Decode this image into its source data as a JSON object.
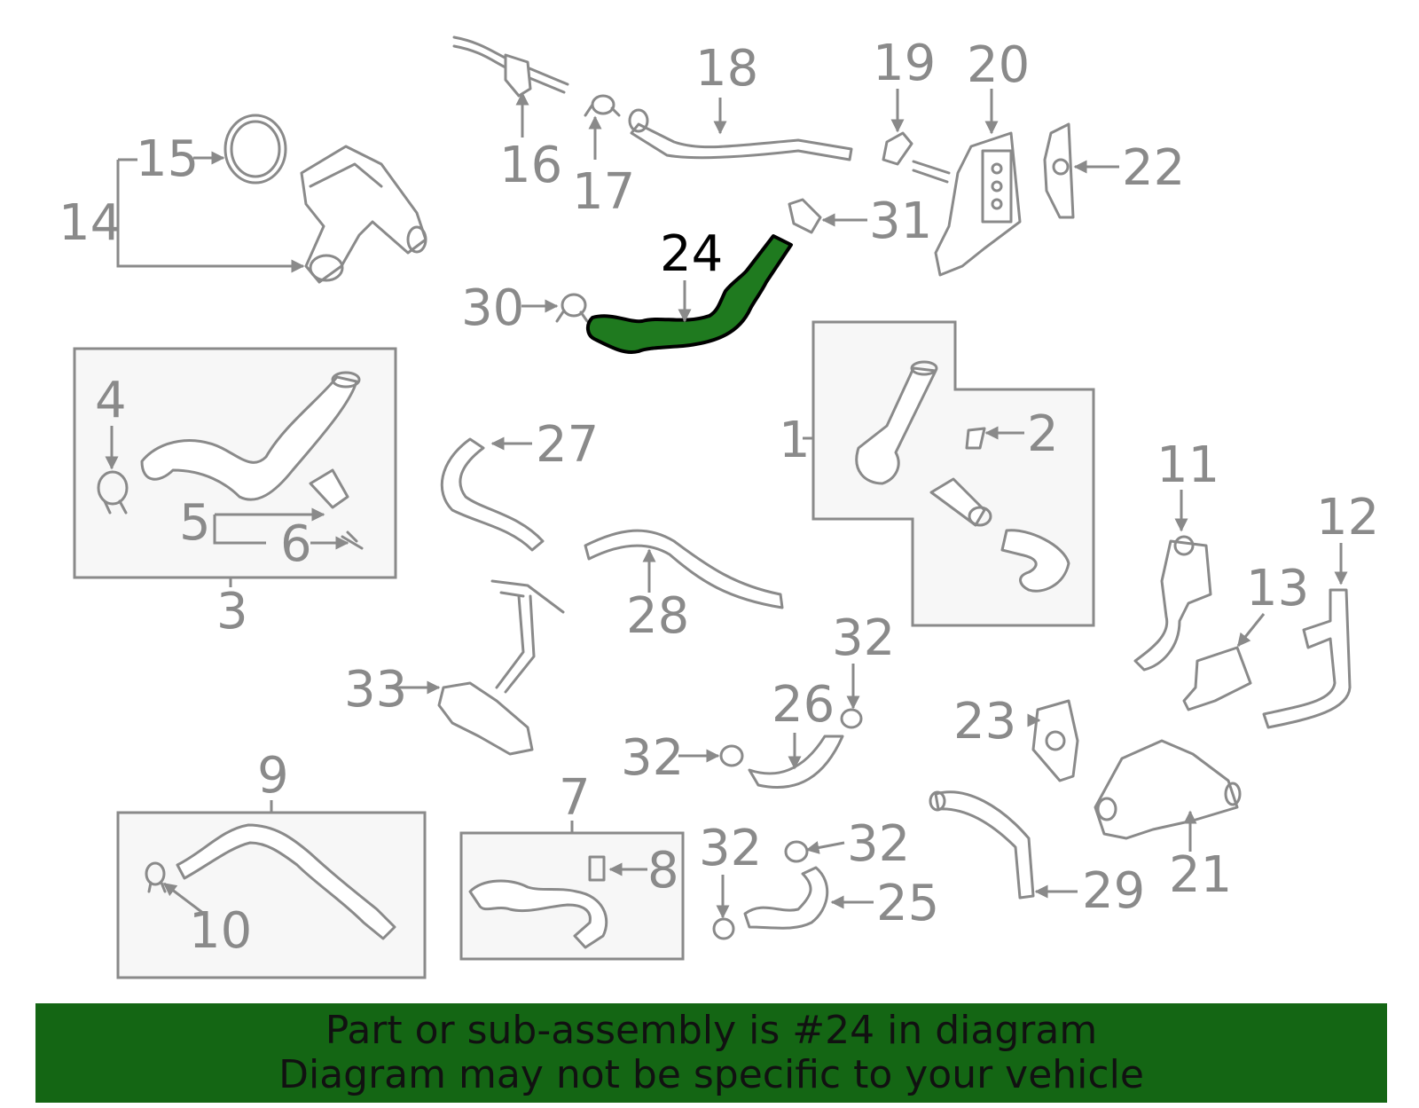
{
  "diagram": {
    "highlighted_part": "24",
    "callouts": {
      "c1": "1",
      "c2": "2",
      "c3": "3",
      "c4": "4",
      "c5": "5",
      "c6": "6",
      "c7": "7",
      "c8": "8",
      "c9": "9",
      "c10": "10",
      "c11": "11",
      "c12": "12",
      "c13": "13",
      "c14": "14",
      "c15": "15",
      "c16": "16",
      "c17": "17",
      "c18": "18",
      "c19": "19",
      "c20": "20",
      "c21": "21",
      "c22": "22",
      "c23": "23",
      "c24": "24",
      "c25": "25",
      "c26": "26",
      "c27": "27",
      "c28": "28",
      "c29": "29",
      "c30": "30",
      "c31": "31",
      "c32a": "32",
      "c32b": "32",
      "c32c": "32",
      "c32d": "32",
      "c33": "33"
    },
    "colors": {
      "part_stroke": "#8a8a8a",
      "highlight_fill": "#1f7a1f",
      "banner_bg": "#146614"
    }
  },
  "banner": {
    "line1": "Part or sub-assembly is #24 in diagram",
    "line2": "Diagram may not be specific to your vehicle"
  }
}
